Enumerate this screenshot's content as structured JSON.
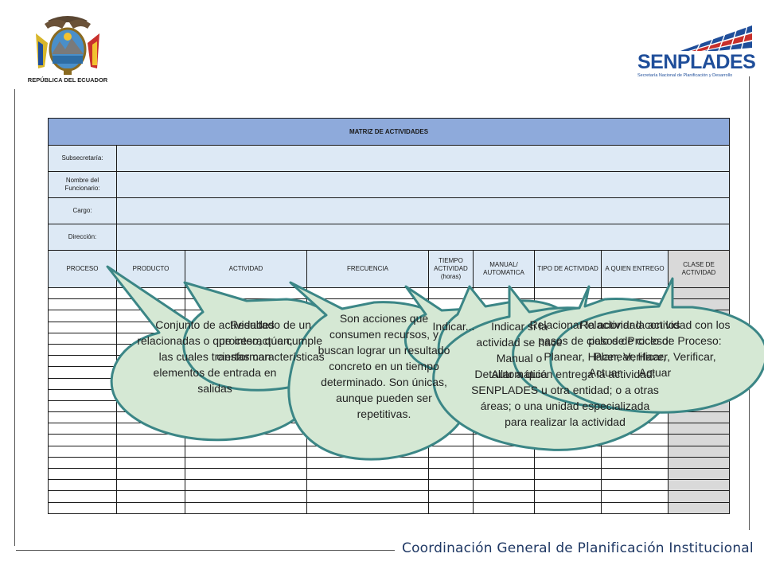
{
  "logos": {
    "left_caption": "REPÚBLICA DEL ECUADOR",
    "right_brand": "SENPLADES",
    "right_subtitle": "Secretaría Nacional de Planificación y Desarrollo"
  },
  "colors": {
    "table_title_bg": "#8eaadb",
    "table_cell_bg": "#dde9f5",
    "clase_column_bg": "#d9d9d9",
    "callout_fill": "#d5e8d4",
    "callout_border": "#3b8686",
    "footer_text": "#1f3864"
  },
  "matrix": {
    "title": "MATRIZ DE ACTIVIDADES",
    "fields": [
      {
        "label": "Subsecretaría:",
        "value": ""
      },
      {
        "label": "Nombre del Funcionario:",
        "value": ""
      },
      {
        "label": "Cargo:",
        "value": ""
      },
      {
        "label": "Dirección:",
        "value": ""
      }
    ],
    "columns": [
      "PROCESO",
      "PRODUCTO",
      "ACTIVIDAD",
      "FRECUENCIA",
      "TIEMPO ACTIVIDAD (horas)",
      "MANUAL/ AUTOMATICA",
      "TIPO DE ACTIVIDAD",
      "A QUIEN ENTREGO",
      "CLASE DE ACTIVIDAD"
    ],
    "empty_rows": 20
  },
  "callouts": [
    {
      "text": "Conjunto de actividades relacionadas o que interactúan, las cuales transforman elementos de entrada en salidas"
    },
    {
      "text": "Resultado de un proceso, que cumple ciertas características"
    },
    {
      "text": "Son acciones que consumen recursos, y buscan lograr un resultado concreto en un tiempo determinado. Son únicas, aunque pueden ser repetitivas."
    },
    {
      "text": "Indicar..."
    },
    {
      "text": "Indicar si la actividad se hace Manual o Automática"
    },
    {
      "text": "Detallar a quién entrega la actividad: SENPLADES u otra entidad; o a otras áreas; o una unidad especializada para realizar la actividad"
    },
    {
      "text": "Relacionar la actividad con los pasos de ciclo de Proceso: Planear, Hacer, Verificar, Actuar"
    }
  ],
  "footer": {
    "text": "Coordinación General de Planificación Institucional"
  }
}
